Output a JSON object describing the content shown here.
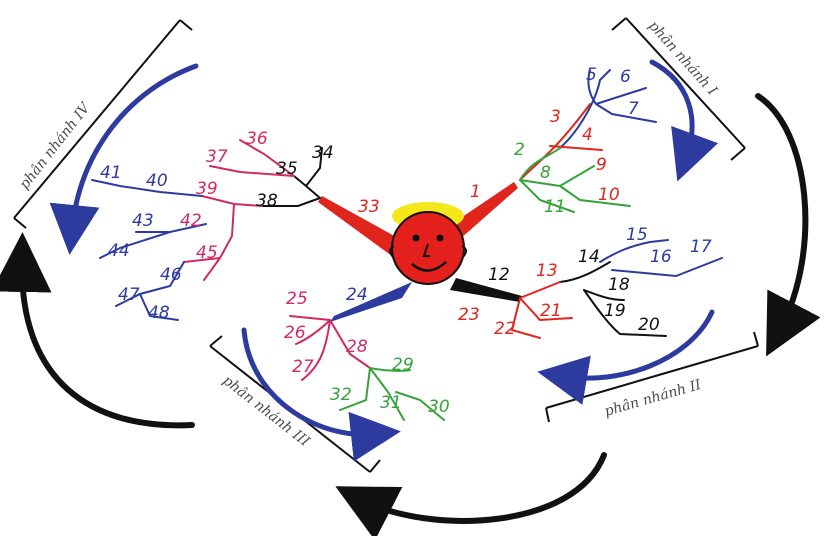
{
  "colors": {
    "blue": "#2d3a9e",
    "red": "#e0251c",
    "green": "#35a33a",
    "black": "#111111",
    "pink": "#d02a62",
    "face": "#e3201b",
    "hair": "#f4e71a"
  },
  "branch_labels": {
    "b1": "phân nhánh I",
    "b2": "phân nhánh II",
    "b3": "phân nhánh III",
    "b4": "phân nhánh IV"
  },
  "numbers": {
    "n1": "1",
    "n2": "2",
    "n3": "3",
    "n4": "4",
    "n5": "5",
    "n6": "6",
    "n7": "7",
    "n8": "8",
    "n9": "9",
    "n10": "10",
    "n11": "11",
    "n12": "12",
    "n13": "13",
    "n14": "14",
    "n15": "15",
    "n16": "16",
    "n17": "17",
    "n18": "18",
    "n19": "19",
    "n20": "20",
    "n21": "21",
    "n22": "22",
    "n23": "23",
    "n24": "24",
    "n25": "25",
    "n26": "26",
    "n27": "27",
    "n28": "28",
    "n29": "29",
    "n30": "30",
    "n31": "31",
    "n32": "32",
    "n33": "33",
    "n34": "34",
    "n35": "35",
    "n36": "36",
    "n37": "37",
    "n38": "38",
    "n39": "39",
    "n40": "40",
    "n41": "41",
    "n42": "42",
    "n43": "43",
    "n44": "44",
    "n45": "45",
    "n46": "46",
    "n47": "47",
    "n48": "48"
  }
}
